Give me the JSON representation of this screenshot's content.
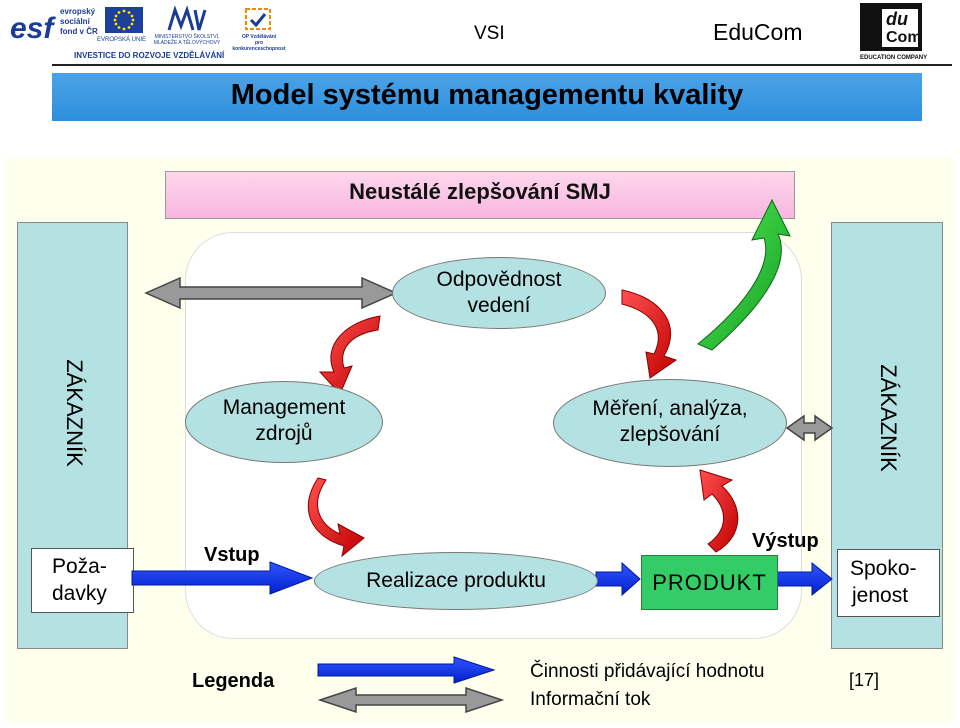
{
  "header": {
    "esf_logo": "esf",
    "esf_lines": [
      "evropský",
      "sociální",
      "fond v ČR"
    ],
    "eu_label": "EVROPSKÁ UNIE",
    "msmt_label": "MINISTERSTVO ŠKOLSTVÍ, MLÁDEŽE A TĚLOVÝCHOVY",
    "op_lines": [
      "OP Vzdělávání",
      "pro konkurenceschopnost"
    ],
    "invest_text": "INVESTICE DO ROZVOJE VZDĚLÁVÁNÍ",
    "vsi": "VSI",
    "educom": "EduCom",
    "educom_logo_top": "du",
    "educom_logo_bottom": "Com",
    "educom_company": "EDUCATION COMPANY"
  },
  "slide": {
    "title": "Model systému managementu kvality"
  },
  "diagram": {
    "ribbon": "Neustálé zlepšování SMJ",
    "customer_left": "ZÁKAZNÍK",
    "customer_right": "ZÁKAZNÍK",
    "requirements": [
      "Poža-",
      "davky"
    ],
    "satisfaction": [
      "Spoko-",
      "jenost"
    ],
    "nodes": {
      "leadership": [
        "Odpovědnost",
        "vedení"
      ],
      "resources": [
        "Management",
        "zdrojů"
      ],
      "measurement": [
        "Měření, analýza,",
        "zlepšování"
      ],
      "realization": "Realizace produktu"
    },
    "product": "PRODUKT",
    "input": "Vstup",
    "output": "Výstup",
    "legend": {
      "title": "Legenda",
      "value_activity": "Činnosti přidávající hodnotu",
      "info_flow": "Informační tok"
    },
    "citation": "[17]"
  },
  "colors": {
    "title_bar": "#3399e0",
    "customer_panel": "#b4e1e1",
    "product": "#33cc66",
    "value_arrow": "#1f3fff",
    "info_arrow": "#808080",
    "cycle_arrow": "#e01010",
    "improve_arrow": "#22cc33",
    "ribbon": "#f6b7df"
  }
}
